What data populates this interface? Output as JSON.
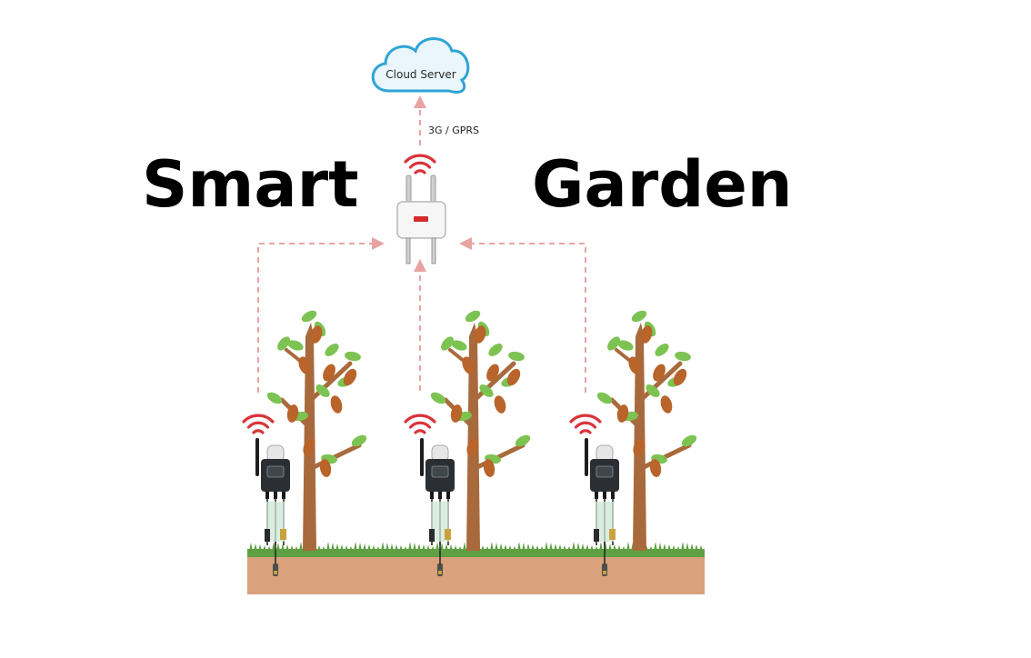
{
  "title": {
    "left": "Smart",
    "right": "Garden"
  },
  "cloud": {
    "label": "Cloud Server"
  },
  "uplink": {
    "label": "3G / GPRS"
  },
  "colors": {
    "cloud_fill": "#eaf6fb",
    "cloud_stroke": "#2fa4d4",
    "arrow": "#e8a3a3",
    "wifi": "#d9343b",
    "gateway_accent": "#d42a2a",
    "soil": "#d9a17c",
    "grass": "#5fa043",
    "trunk": "#a86a3c",
    "leaf": "#7cc352",
    "fruit": "#b8642a",
    "node_body": "#2b2f33"
  },
  "icons": {
    "cloud": "cloud-icon",
    "gateway": "gateway-icon",
    "wifi": "wifi-signal-icon",
    "sensor": "sensor-node-icon",
    "tree": "tree-icon"
  }
}
